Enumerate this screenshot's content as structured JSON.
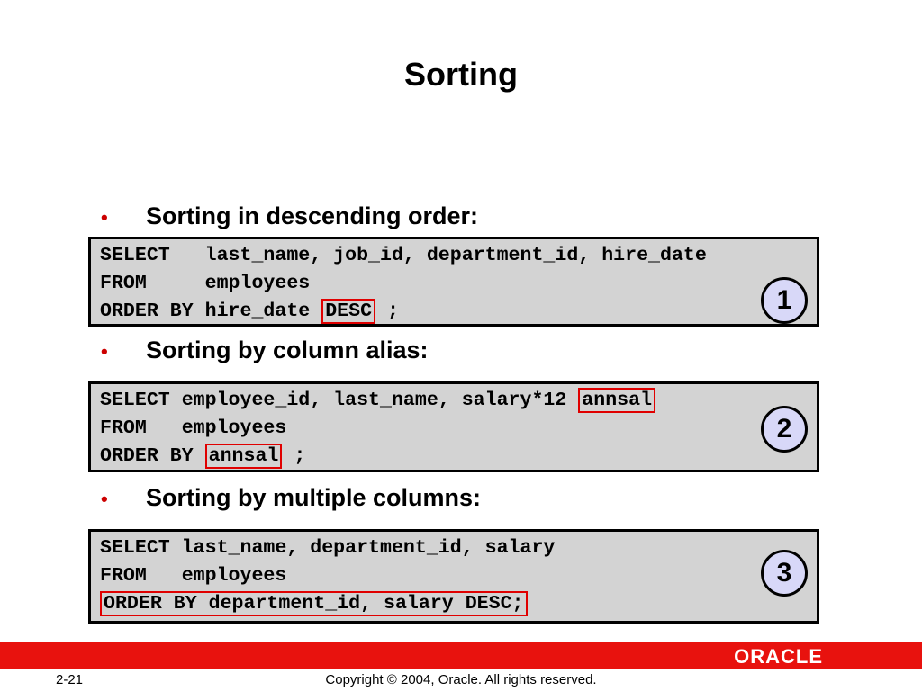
{
  "slide": {
    "title": "Sorting",
    "sections": [
      {
        "bullet": "Sorting in descending order:",
        "badge": "1",
        "lines": [
          {
            "pre": "SELECT   last_name, job_id, department_id, hire_date",
            "hl": "",
            "post": ""
          },
          {
            "pre": "FROM     employees",
            "hl": "",
            "post": ""
          },
          {
            "pre": "ORDER BY hire_date ",
            "hl": "DESC",
            "post": " ;"
          }
        ]
      },
      {
        "bullet": "Sorting by column alias:",
        "badge": "2",
        "lines": [
          {
            "pre": "SELECT employee_id, last_name, salary*12 ",
            "hl": "annsal",
            "post": ""
          },
          {
            "pre": "FROM   employees",
            "hl": "",
            "post": ""
          },
          {
            "pre": "ORDER BY ",
            "hl": "annsal",
            "post": " ;"
          }
        ]
      },
      {
        "bullet": "Sorting by multiple columns:",
        "badge": "3",
        "lines": [
          {
            "pre": "SELECT last_name, department_id, salary",
            "hl": "",
            "post": ""
          },
          {
            "pre": "FROM   employees",
            "hl": "",
            "post": ""
          },
          {
            "pre": "",
            "hl": "ORDER BY department_id, salary DESC;",
            "post": ""
          }
        ]
      }
    ]
  },
  "footer": {
    "logo": "ORACLE",
    "page_number": "2-21",
    "copyright": "Copyright © 2004, Oracle.  All rights reserved."
  },
  "colors": {
    "footer_bar": "#e8120e",
    "highlight_box": "#e00000",
    "code_background": "#d3d3d3",
    "badge_fill": "#d8d8f8"
  }
}
